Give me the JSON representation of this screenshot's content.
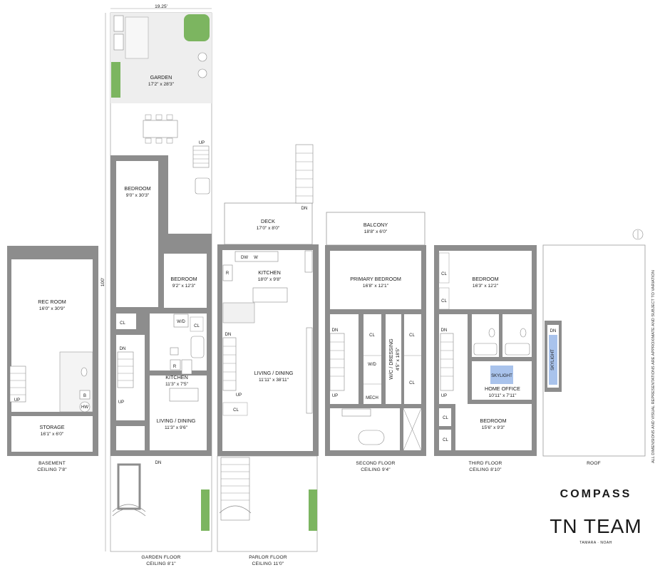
{
  "dimensions": {
    "width_label": "19.25'",
    "depth_label": "100'"
  },
  "garden": {
    "name": "GARDEN",
    "dim": "17'2\" x 28'3\""
  },
  "basement": {
    "rooms": [
      {
        "name": "REC ROOM",
        "dim": "16'0\" x 30'9\""
      },
      {
        "name": "STORAGE",
        "dim": "16'1\" x 6'0\""
      }
    ],
    "fixtures": {
      "boiler": "B",
      "water_heater": "HW",
      "up": "UP"
    },
    "title": "BASEMENT",
    "ceiling": "CEILING 7'8\""
  },
  "garden_floor": {
    "rooms": [
      {
        "name": "BEDROOM",
        "dim": "9'0\" x 30'3\""
      },
      {
        "name": "BEDROOM",
        "dim": "9'2\" x 12'3\""
      },
      {
        "name": "KITCHEN",
        "dim": "11'3\" x 7'5\""
      },
      {
        "name": "LIVING / DINING",
        "dim": "11'3\" x 9'6\""
      }
    ],
    "labels": {
      "cl1": "CL",
      "cl2": "CL",
      "wd": "W/D",
      "r": "R",
      "dn": "DN",
      "up": "UP",
      "up_garden": "UP",
      "dn_entry": "DN"
    },
    "title": "GARDEN FLOOR",
    "ceiling": "CEILING 8'1\""
  },
  "parlor_floor": {
    "rooms": [
      {
        "name": "DECK",
        "dim": "17'0\" x 8'0\""
      },
      {
        "name": "KITCHEN",
        "dim": "18'0\" x 9'8\""
      },
      {
        "name": "LIVING / DINING",
        "dim": "11'11\" x 38'11\""
      }
    ],
    "labels": {
      "dw": "DW",
      "w": "W",
      "r": "R",
      "cl": "CL",
      "dn": "DN",
      "up": "UP",
      "dn_deck": "DN"
    },
    "title": "PARLOR FLOOR",
    "ceiling": "CEILING 11'0\""
  },
  "second_floor": {
    "rooms": [
      {
        "name": "BALCONY",
        "dim": "18'8\" x 6'0\""
      },
      {
        "name": "PRIMARY BEDROOM",
        "dim": "16'8\" x 12'1\""
      },
      {
        "name": "W/C / DRESSING",
        "dim": "4'5\" x 18'5\""
      }
    ],
    "labels": {
      "cl1": "CL",
      "cl2": "CL",
      "cl3": "CL",
      "wd": "W/D",
      "mech": "MECH",
      "dn": "DN",
      "up": "UP"
    },
    "title": "SECOND FLOOR",
    "ceiling": "CEILING 9'4\""
  },
  "third_floor": {
    "rooms": [
      {
        "name": "BEDROOM",
        "dim": "16'3\" x 12'2\""
      },
      {
        "name": "HOME OFFICE",
        "dim": "10'11\" x 7'11\""
      },
      {
        "name": "BEDROOM",
        "dim": "15'6\" x 9'3\""
      }
    ],
    "labels": {
      "cl1": "CL",
      "cl2": "CL",
      "cl3": "CL",
      "cl4": "CL",
      "skylight": "SKYLIGHT",
      "dn": "DN",
      "up": "UP"
    },
    "title": "THIRD FLOOR",
    "ceiling": "CEILING 8'10\""
  },
  "roof": {
    "title": "ROOF",
    "skylight": "SKYLIGHT",
    "dn": "DN"
  },
  "disclaimer": "ALL DIMENSIONS AND VISUAL REPRESENTATIONS ARE APPROXIMATE AND SUBJECT TO VARIATION",
  "brand": {
    "compass": "COMPASS",
    "team": "TN TEAM",
    "team_sub": "TAMARA · NOAH"
  },
  "colors": {
    "wall": "#8d8d8d",
    "greenery": "#7cb560",
    "paver": "#eeeeee",
    "skylight": "#a9c3ec"
  }
}
